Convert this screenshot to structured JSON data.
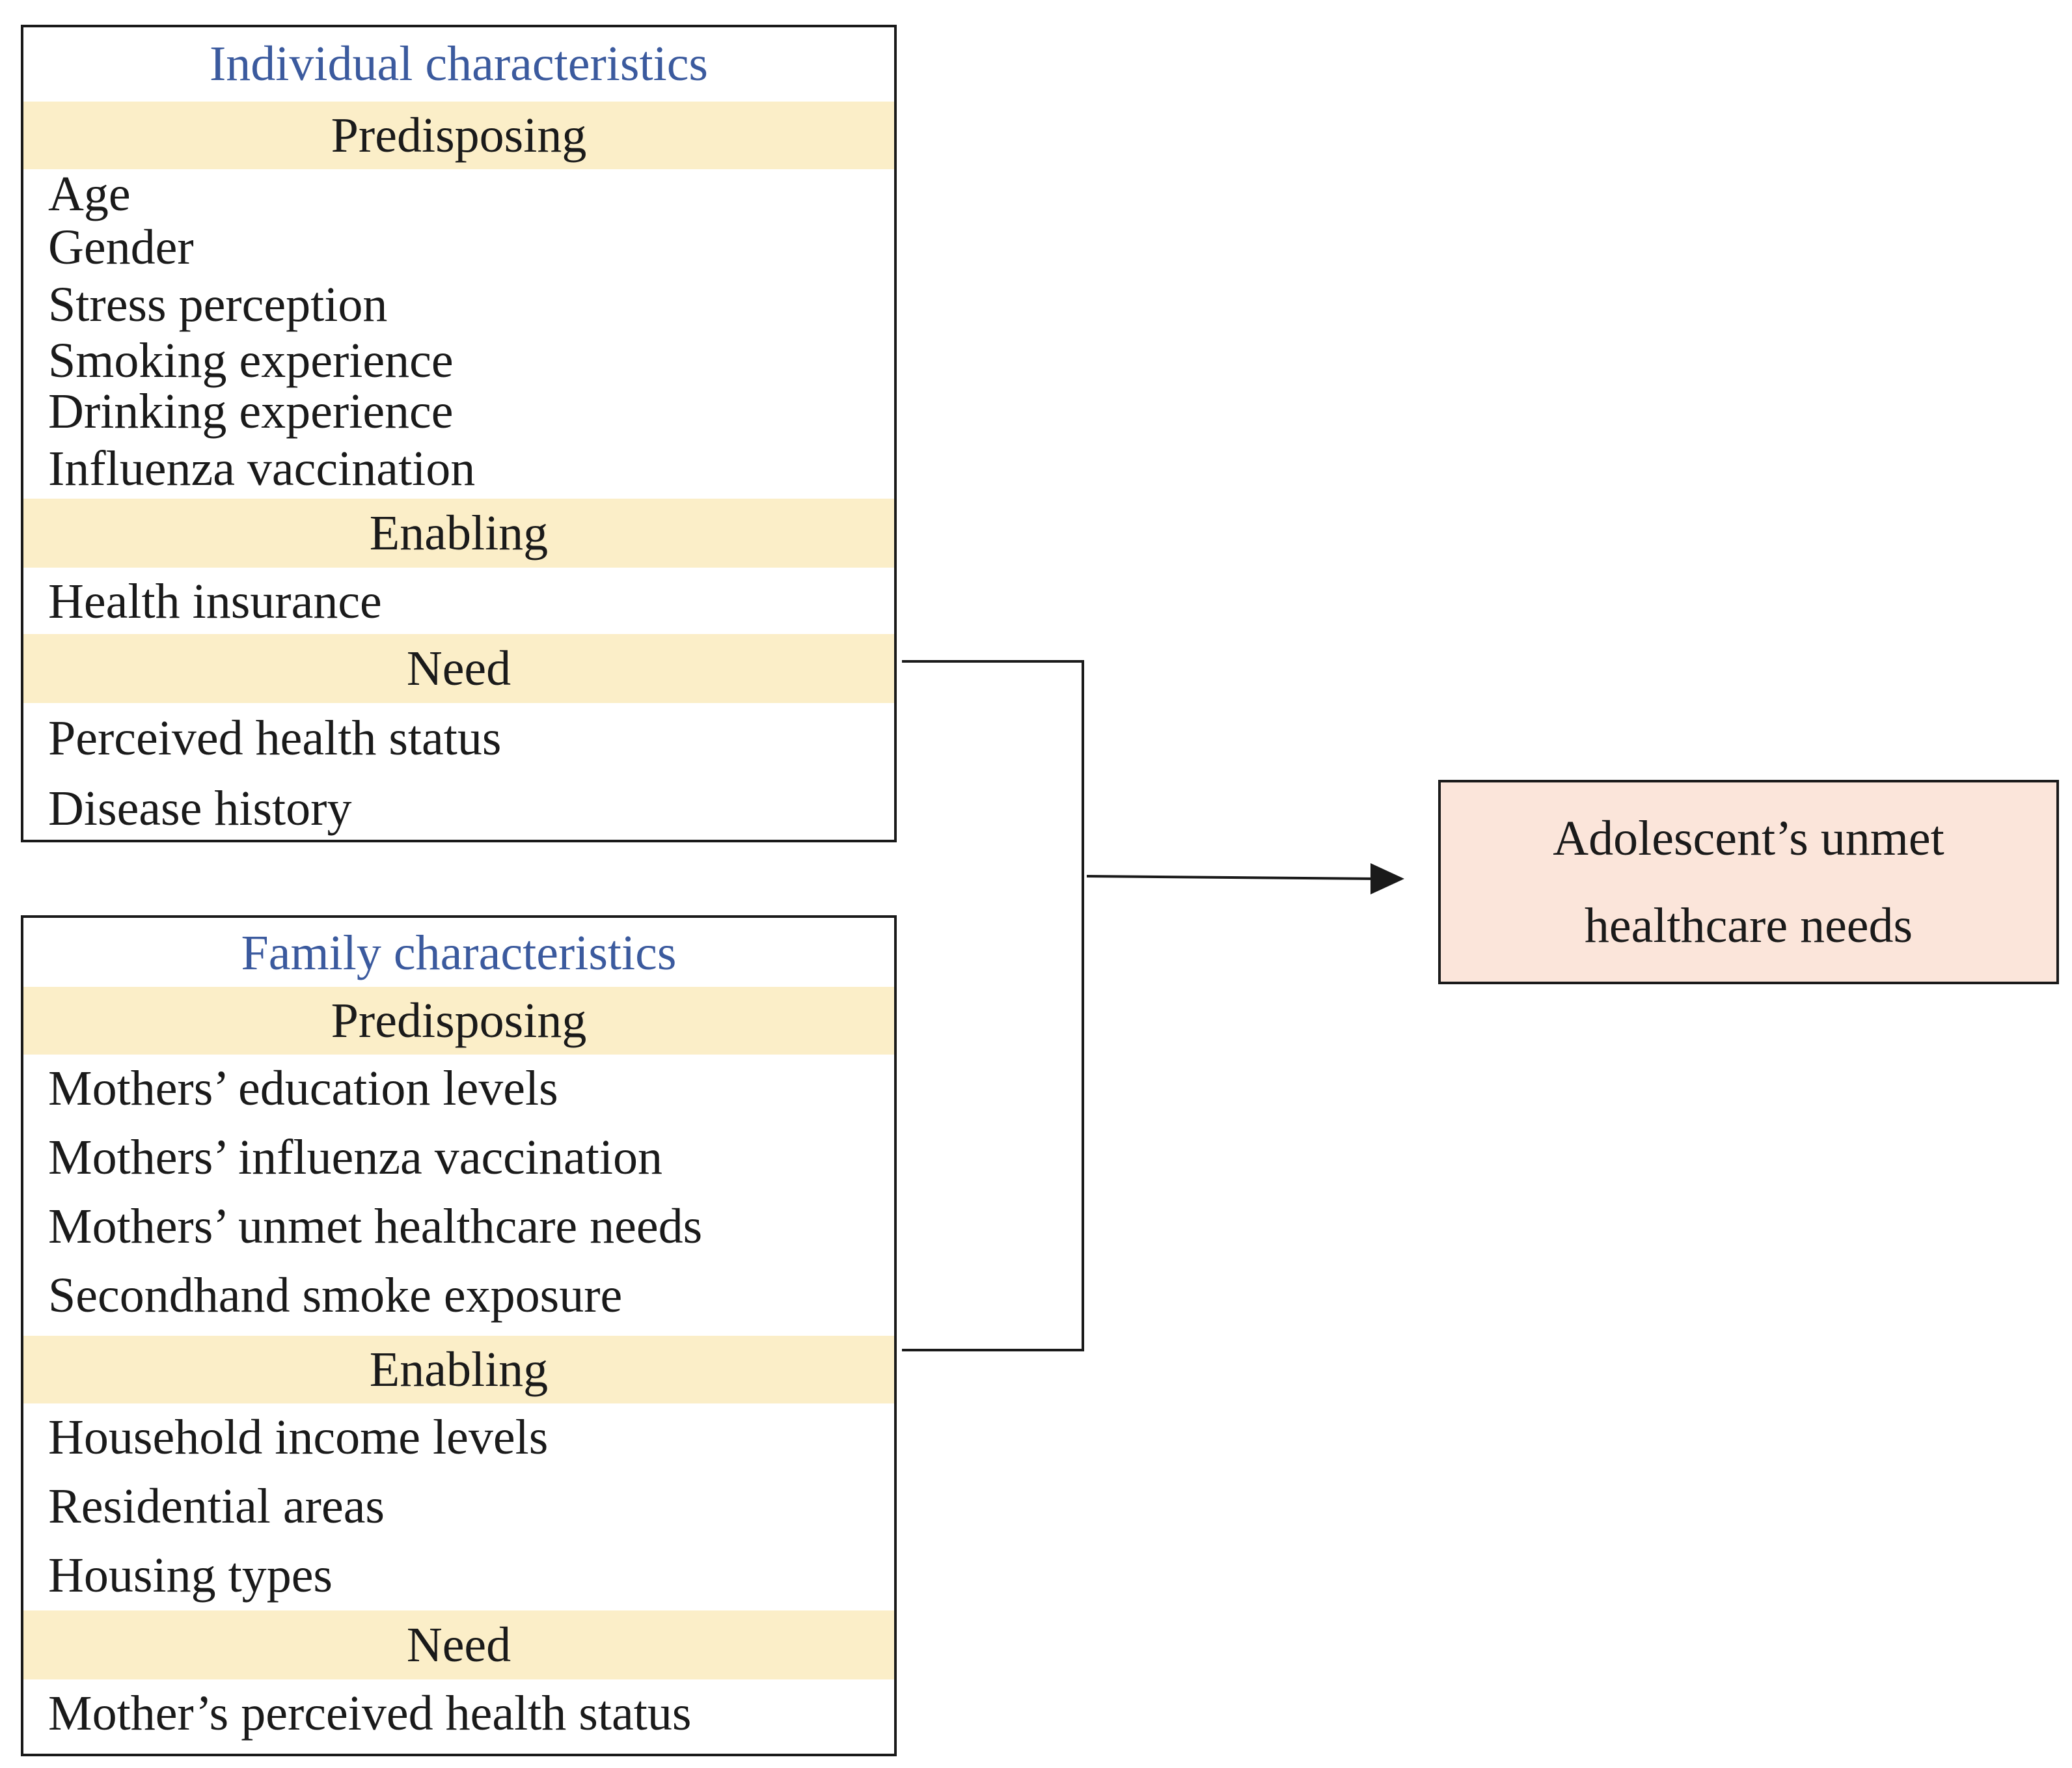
{
  "individual": {
    "title": "Individual characteristics",
    "predisposing_label": "Predisposing",
    "predisposing_items": [
      "Age",
      "Gender",
      "Stress perception",
      "Smoking experience",
      "Drinking experience",
      "Influenza vaccination"
    ],
    "enabling_label": "Enabling",
    "enabling_items": [
      "Health insurance"
    ],
    "need_label": "Need",
    "need_items": [
      "Perceived health status",
      "Disease history"
    ]
  },
  "family": {
    "title": "Family characteristics",
    "predisposing_label": "Predisposing",
    "predisposing_items": [
      "Mothers’ education levels",
      "Mothers’ influenza vaccination",
      "Mothers’ unmet healthcare needs",
      "Secondhand smoke exposure"
    ],
    "enabling_label": "Enabling",
    "enabling_items": [
      "Household income levels",
      "Residential areas",
      "Housing types"
    ],
    "need_label": "Need",
    "need_items": [
      "Mother’s perceived health status"
    ]
  },
  "outcome": {
    "lines": [
      "Adolescent’s unmet",
      "healthcare needs"
    ]
  },
  "colors": {
    "title_blue": "#3b5a9e",
    "band_yellow": "#fbeec8",
    "outcome_fill": "#fbe5da",
    "line": "#1a1a1a"
  }
}
